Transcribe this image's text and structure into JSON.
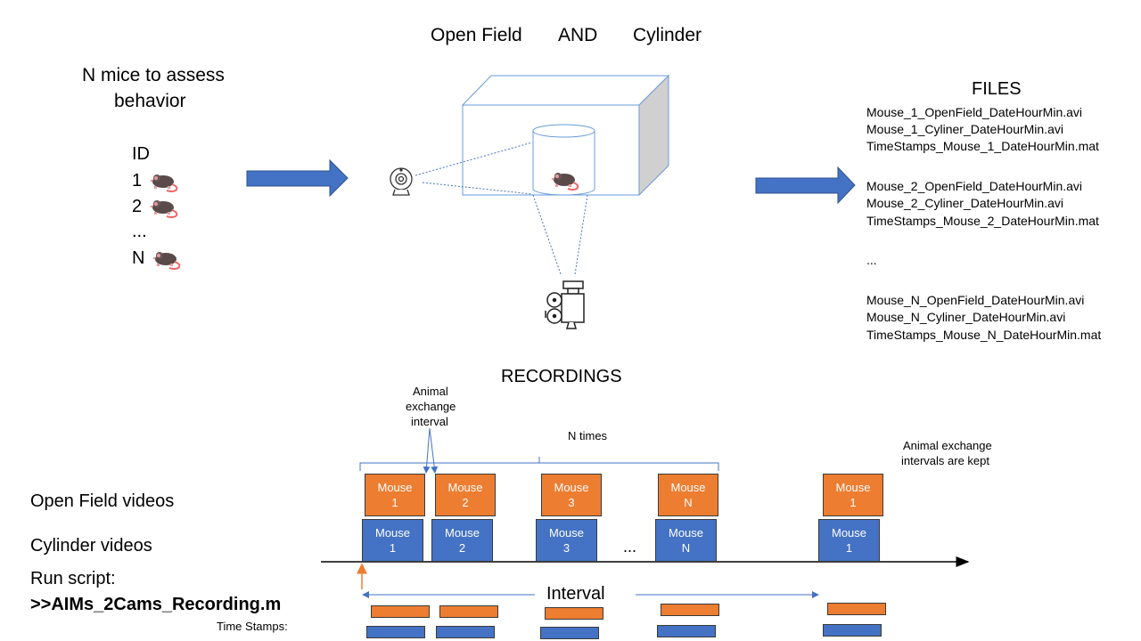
{
  "header": {
    "open_field": "Open Field",
    "and": "AND",
    "cylinder": "Cylinder"
  },
  "mice": {
    "title_line1": "N mice to assess",
    "title_line2": "behavior",
    "id_label": "ID",
    "rows": [
      "1",
      "2",
      "...",
      "N"
    ]
  },
  "files": {
    "title": "FILES",
    "lines": [
      "Mouse_1_OpenField_DateHourMin.avi",
      "Mouse_1_Cyliner_DateHourMin.avi",
      "TimeStamps_Mouse_1_DateHourMin.mat",
      "Mouse_2_OpenField_DateHourMin.avi",
      "Mouse_2_Cyliner_DateHourMin.avi",
      "TimeStamps_Mouse_2_DateHourMin.mat",
      "...",
      "Mouse_N_OpenField_DateHourMin.avi",
      "Mouse_N_Cyliner_DateHourMin.avi",
      "TimeStamps_Mouse_N_DateHourMin.mat"
    ]
  },
  "recordings": {
    "title": "RECORDINGS",
    "animal_exchange": [
      "Animal",
      "exchange",
      "interval"
    ],
    "n_times": "N times",
    "kept": [
      "Animal exchange",
      "intervals are kept"
    ],
    "row_open_field": "Open Field videos",
    "row_cylinder": "Cylinder videos",
    "run_script": "Run script:",
    "script_name": ">>AIMs_2Cams_Recording.m",
    "interval": "Interval",
    "ellipsis": "...",
    "time_stamps": "Time Stamps:",
    "mouse_word": "Mouse",
    "mouse_ids": [
      "1",
      "2",
      "3",
      "N",
      "1"
    ]
  },
  "colors": {
    "orange": "#ed7d31",
    "blue": "#4472c4",
    "arrow_blue": "#4472c4",
    "line_blue": "#5b8fd3"
  },
  "icons": {
    "mouse": "mouse-icon",
    "webcam": "webcam-icon",
    "camera": "film-camera-icon"
  }
}
